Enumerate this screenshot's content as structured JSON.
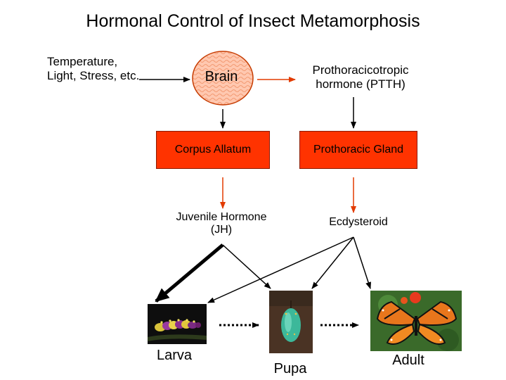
{
  "title": "Hormonal Control of Insect Metamorphosis",
  "stimuli": "Temperature, Light, Stress, etc.",
  "brain": "Brain",
  "ptth": "Prothoracicotropic hormone (PTTH)",
  "corpus_allatum": "Corpus Allatum",
  "prothoracic_gland": "Prothoracic Gland",
  "juvenile_hormone": "Juvenile Hormone (JH)",
  "ecdysteroid": "Ecdysteroid",
  "stages": {
    "larva": "Larva",
    "pupa": "Pupa",
    "adult": "Adult"
  },
  "colors": {
    "gland_fill": "#ff3300",
    "brain_fill": "#ffc8b0",
    "brain_stroke": "#c63b00",
    "signal_arrow": "#e23b00",
    "plain_arrow": "#000000"
  }
}
